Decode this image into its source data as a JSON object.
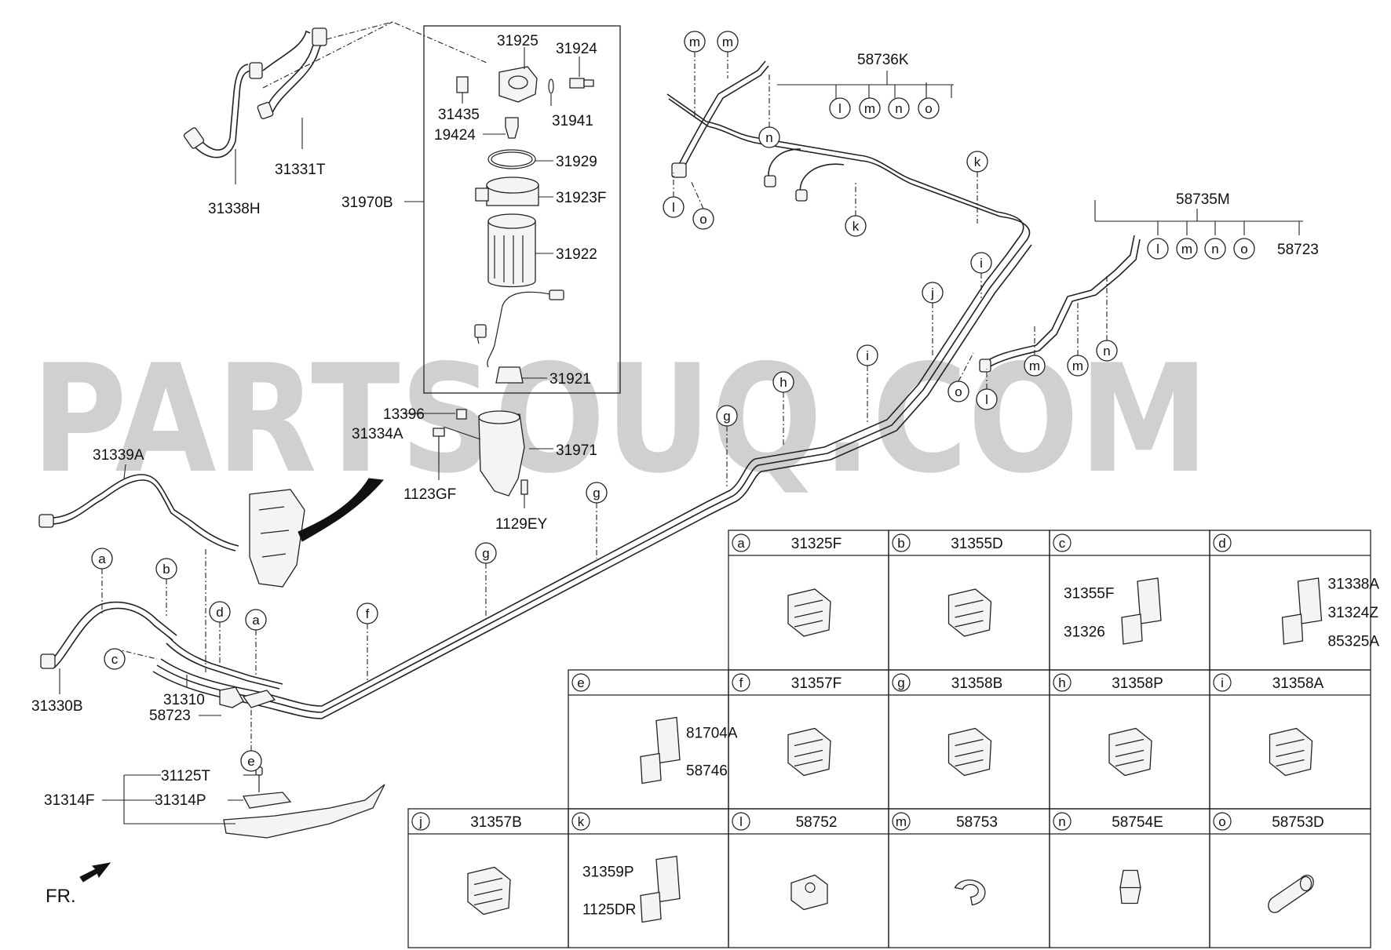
{
  "watermark": "PARTSOUQ.COM",
  "orientation_label": "FR.",
  "callouts": {
    "c31339A": "31339A",
    "c31338H": "31338H",
    "c31331T": "31331T",
    "c31970B": "31970B",
    "c31925": "31925",
    "c31924": "31924",
    "c31435": "31435",
    "c31941": "31941",
    "c19424": "19424",
    "c31929": "31929",
    "c31923F": "31923F",
    "c31922": "31922",
    "c31921": "31921",
    "c13396": "13396",
    "c31334A": "31334A",
    "c31971": "31971",
    "c1123GF": "1123GF",
    "c1129EY": "1129EY",
    "c58736K": "58736K",
    "c58735M": "58735M",
    "c58723_top": "58723",
    "c31330B": "31330B",
    "c31310": "31310",
    "c58723": "58723",
    "c31125T": "31125T",
    "c31314F": "31314F",
    "c31314P": "31314P"
  },
  "circle_letters": {
    "a": "a",
    "b": "b",
    "c": "c",
    "d": "d",
    "e": "e",
    "f": "f",
    "g": "g",
    "h": "h",
    "i": "i",
    "j": "j",
    "k": "k",
    "l": "l",
    "m": "m",
    "n": "n",
    "o": "o"
  },
  "legend_cells": [
    {
      "letter": "a",
      "code": "31325F"
    },
    {
      "letter": "b",
      "code": "31355D"
    },
    {
      "letter": "c",
      "code": "",
      "parts": [
        "31355F",
        "31326"
      ]
    },
    {
      "letter": "d",
      "code": "",
      "parts": [
        "31338A",
        "31324Z",
        "85325A"
      ]
    },
    {
      "letter": "e",
      "code": "",
      "parts": [
        "81704A",
        "58746"
      ]
    },
    {
      "letter": "f",
      "code": "31357F"
    },
    {
      "letter": "g",
      "code": "31358B"
    },
    {
      "letter": "h",
      "code": "31358P"
    },
    {
      "letter": "i",
      "code": "31358A"
    },
    {
      "letter": "j",
      "code": "31357B"
    },
    {
      "letter": "k",
      "code": "",
      "parts": [
        "31359P",
        "1125DR"
      ]
    },
    {
      "letter": "l",
      "code": "58752"
    },
    {
      "letter": "m",
      "code": "58753"
    },
    {
      "letter": "n",
      "code": "58754E"
    },
    {
      "letter": "o",
      "code": "58753D"
    }
  ]
}
